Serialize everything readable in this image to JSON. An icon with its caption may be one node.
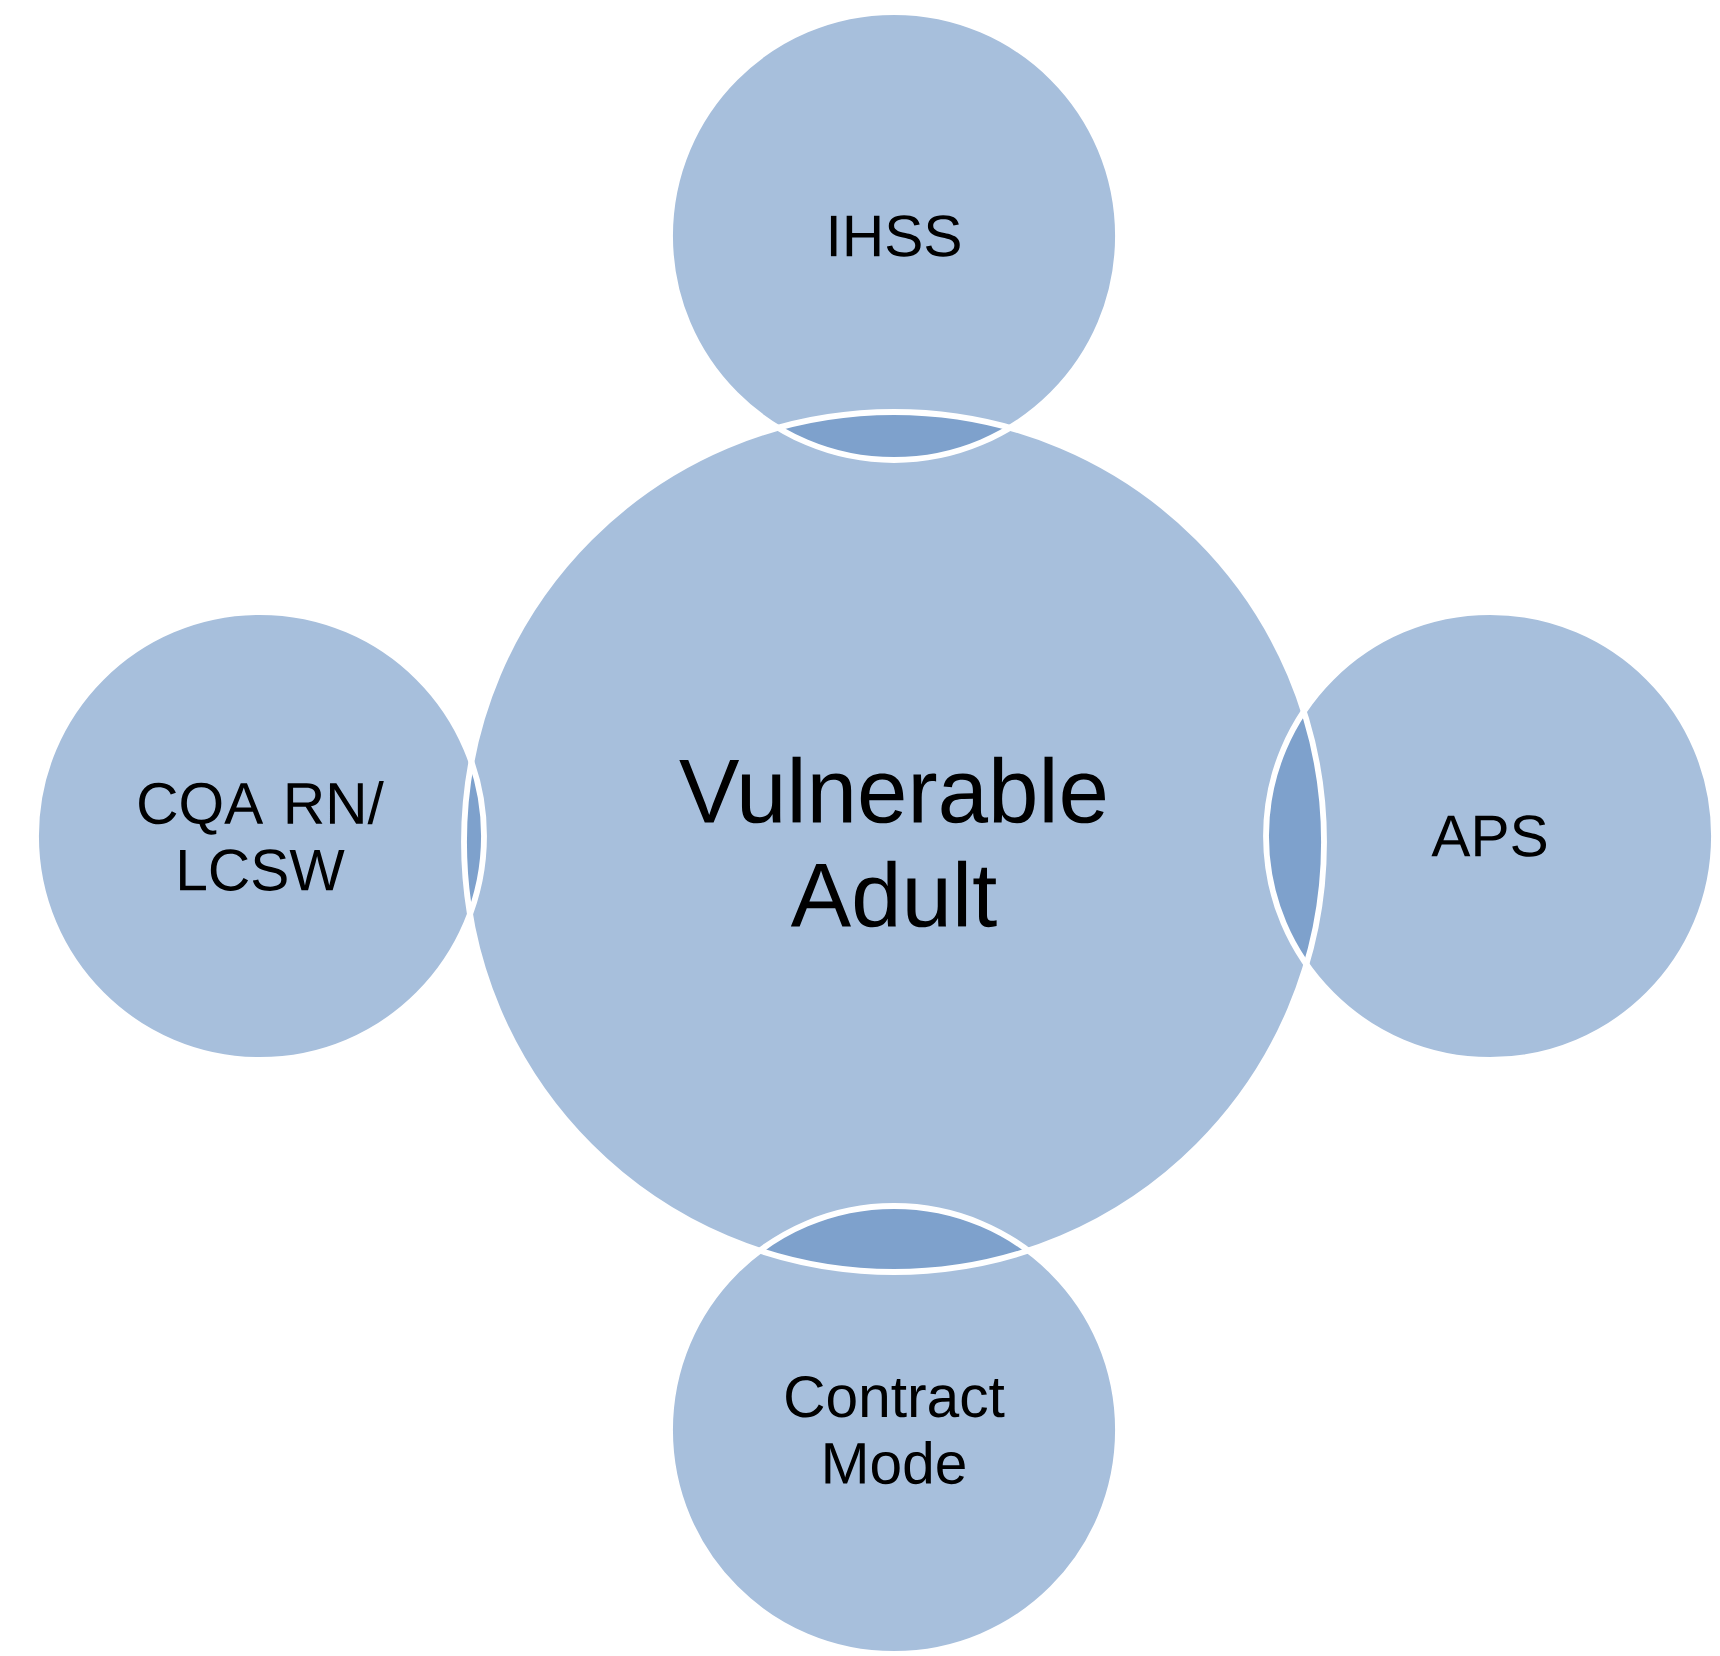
{
  "diagram": {
    "nodes": [
      {
        "text": [
          "Vulnerable Adult"
        ]
      },
      {
        "text": [
          "IHSS"
        ]
      },
      {
        "text": [
          "APS"
        ]
      },
      {
        "text": [
          "Contract Mode"
        ]
      },
      {
        "text": [
          "CQA RN/ LCSW"
        ]
      }
    ]
  }
}
